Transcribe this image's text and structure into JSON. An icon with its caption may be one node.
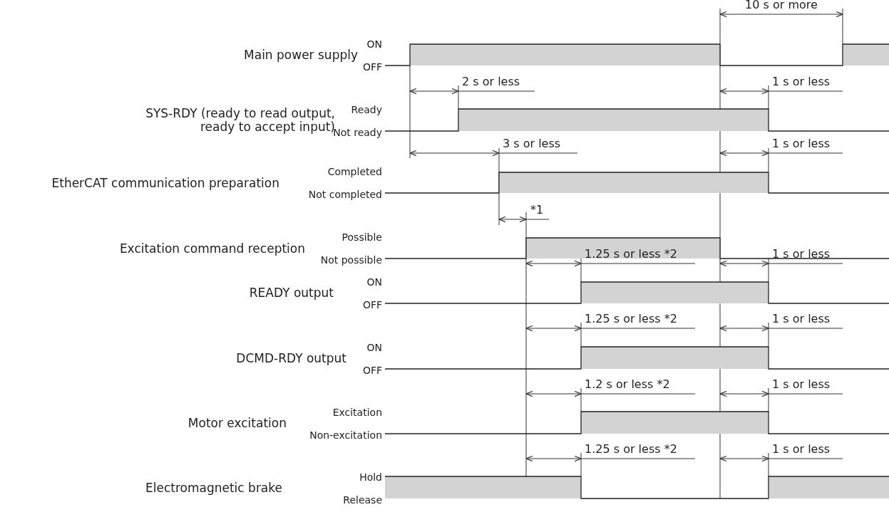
{
  "diagram": {
    "labels": [
      "10 s or more",
      "Main power supply",
      "ON",
      "OFF",
      "2 s or less",
      "1 s or less",
      "SYS-RDY (ready to read output, ready to accept input)",
      "Ready",
      "Not ready",
      "3 s or less",
      "1 s or less",
      "EtherCAT communication preparation",
      "Completed",
      "Not completed",
      "*1",
      "Excitation command reception",
      "Possible",
      "Not possible",
      "1.25 s or less *2",
      "1 s or less",
      "READY output",
      "ON",
      "OFF",
      "1.25 s or less *2",
      "1 s or less",
      "DCMD-RDY output",
      "ON",
      "OFF",
      "1.2 s or less *2",
      "1 s or less",
      "Motor excitation",
      "Excitation",
      "Non-excitation",
      "1.25 s or less *2",
      "1 s or less",
      "Electromagnetic brake",
      "Hold",
      "Release"
    ]
  }
}
